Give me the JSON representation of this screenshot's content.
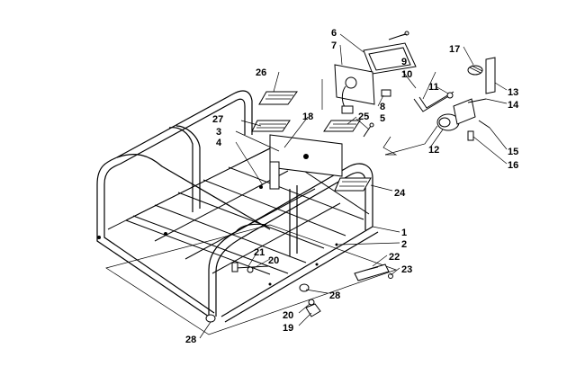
{
  "diagram": {
    "callouts": [
      {
        "id": "c1",
        "label": "1"
      },
      {
        "id": "c2",
        "label": "2"
      },
      {
        "id": "c3",
        "label": "3"
      },
      {
        "id": "c4",
        "label": "4"
      },
      {
        "id": "c5",
        "label": "5"
      },
      {
        "id": "c6",
        "label": "6"
      },
      {
        "id": "c7",
        "label": "7"
      },
      {
        "id": "c8",
        "label": "8"
      },
      {
        "id": "c9",
        "label": "9"
      },
      {
        "id": "c10",
        "label": "10"
      },
      {
        "id": "c11",
        "label": "11"
      },
      {
        "id": "c12",
        "label": "12"
      },
      {
        "id": "c13",
        "label": "13"
      },
      {
        "id": "c14",
        "label": "14"
      },
      {
        "id": "c15",
        "label": "15"
      },
      {
        "id": "c16",
        "label": "16"
      },
      {
        "id": "c17",
        "label": "17"
      },
      {
        "id": "c18",
        "label": "18"
      },
      {
        "id": "c19",
        "label": "19"
      },
      {
        "id": "c20a",
        "label": "20"
      },
      {
        "id": "c20b",
        "label": "20"
      },
      {
        "id": "c21",
        "label": "21"
      },
      {
        "id": "c22",
        "label": "22"
      },
      {
        "id": "c23",
        "label": "23"
      },
      {
        "id": "c24",
        "label": "24"
      },
      {
        "id": "c25",
        "label": "25"
      },
      {
        "id": "c26",
        "label": "26"
      },
      {
        "id": "c27",
        "label": "27"
      },
      {
        "id": "c28a",
        "label": "28"
      },
      {
        "id": "c28b",
        "label": "28"
      }
    ]
  }
}
